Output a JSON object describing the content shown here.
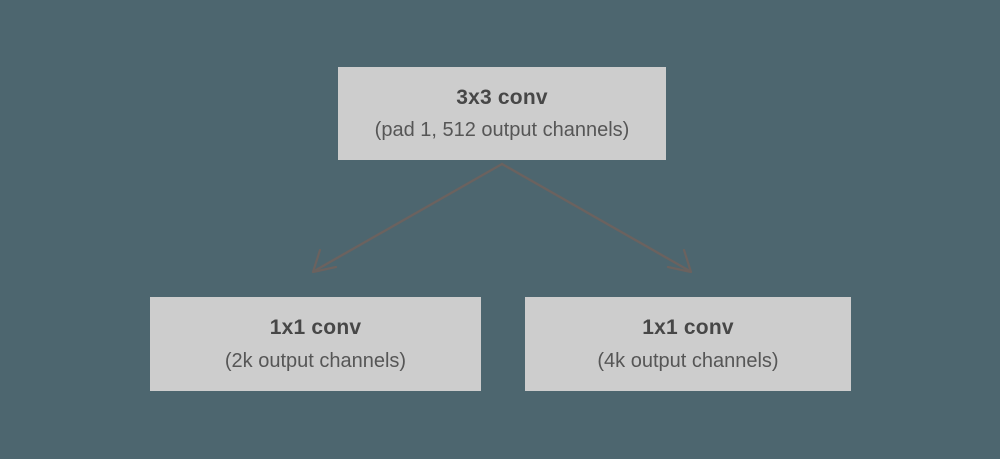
{
  "diagram": {
    "background_color": "#4d666f",
    "box_fill_color": "#cdcdcd",
    "title_text_color": "#474747",
    "subtitle_text_color": "#565656",
    "arrow_color": "#6b625f",
    "nodes": [
      {
        "id": "root",
        "title": "3x3 conv",
        "subtitle": "(pad 1, 512 output channels)"
      },
      {
        "id": "cls",
        "title": "1x1 conv",
        "subtitle": "(2k output channels)"
      },
      {
        "id": "reg",
        "title": "1x1 conv",
        "subtitle": "(4k output channels)"
      }
    ],
    "edges": [
      {
        "id": "root-to-cls",
        "from": "root",
        "to": "cls",
        "style": "arrow"
      },
      {
        "id": "root-to-reg",
        "from": "root",
        "to": "reg",
        "style": "arrow"
      }
    ]
  }
}
